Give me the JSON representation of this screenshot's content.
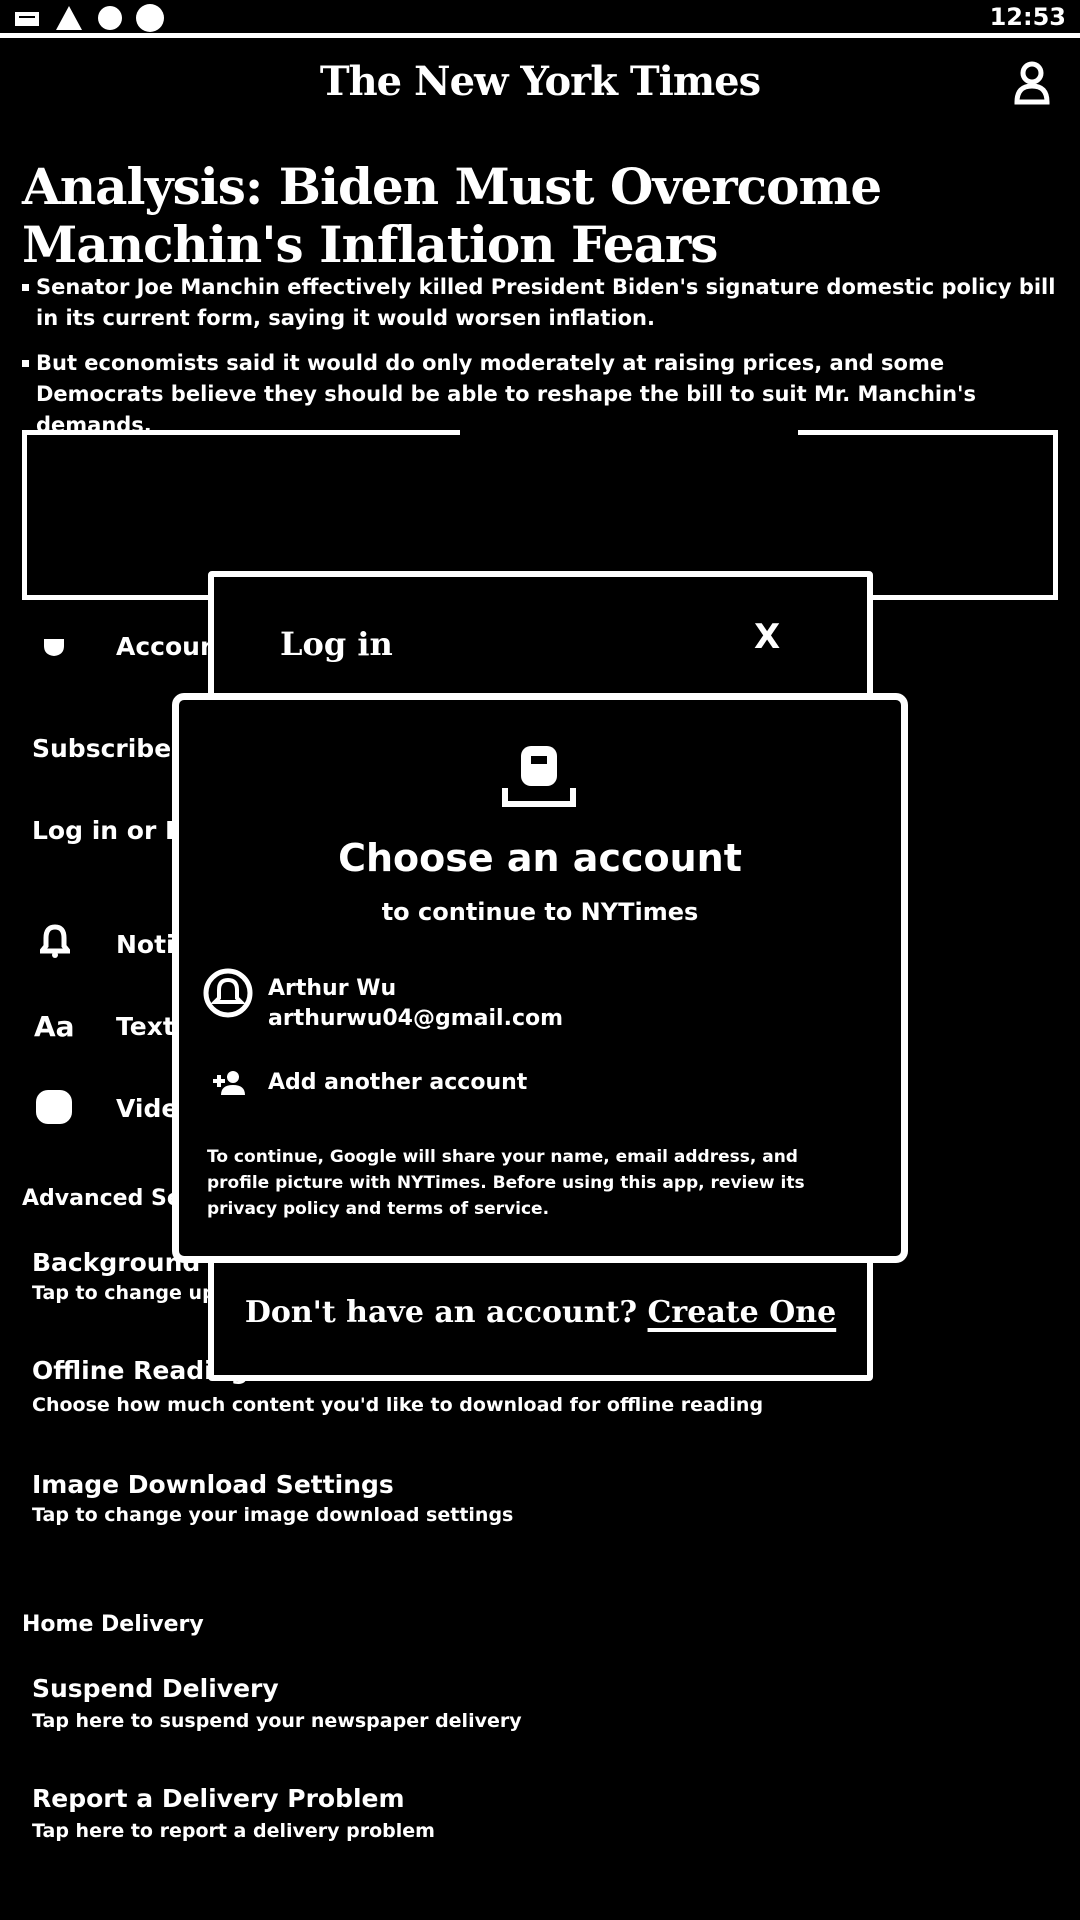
{
  "status_bar": {
    "time": "12:53"
  },
  "header": {
    "title": "The New York Times",
    "account_icon": "person-icon"
  },
  "article": {
    "headline": "Analysis: Biden Must Overcome Manchin's Inflation Fears",
    "bullets": [
      "Senator Joe Manchin effectively killed President Biden's signature domestic policy bill in its current form, saying it would worsen inflation.",
      "But economists said it would do only moderately at raising prices, and some Democrats believe they should be able to reshape the bill to suit Mr. Manchin's demands."
    ]
  },
  "settings": {
    "rows": [
      {
        "icon": "shield-icon",
        "label": "Account"
      },
      {
        "label": "Subscribe"
      },
      {
        "label": "Log in or Register"
      },
      {
        "icon": "bell-icon",
        "label": "Notifications"
      },
      {
        "icon": "text-size-icon",
        "label": "Text Size"
      },
      {
        "icon": "video-icon",
        "label": "Video Autoplay"
      }
    ],
    "section_advanced": "Advanced Settings",
    "items": [
      {
        "title": "Background Updates",
        "subtitle": "Tap to change update settings"
      },
      {
        "title": "Offline Reading",
        "subtitle": "Choose how much content you'd like to download for offline reading"
      },
      {
        "title": "Image Download Settings",
        "subtitle": "Tap to change your image download settings"
      }
    ],
    "section_delivery": "Home Delivery",
    "delivery_items": [
      {
        "title": "Suspend Delivery",
        "subtitle": "Tap here to suspend your newspaper delivery"
      },
      {
        "title": "Report a Delivery Problem",
        "subtitle": "Tap here to report a delivery problem"
      }
    ]
  },
  "login_dialog": {
    "title": "Log in",
    "close_label": "X",
    "signup_prompt": "Don't have an account?",
    "signup_link": "Create One"
  },
  "account_chooser": {
    "logo_icon": "google-g-icon",
    "title": "Choose an account",
    "subtitle": "to continue to NYTimes",
    "account_name": "Arthur Wu",
    "account_email": "arthurwu04@gmail.com",
    "add_account": "Add another account",
    "disclaimer": "To continue, Google will share your name, email address, and profile picture with NYTimes. Before using this app, review its privacy policy and terms of service."
  }
}
